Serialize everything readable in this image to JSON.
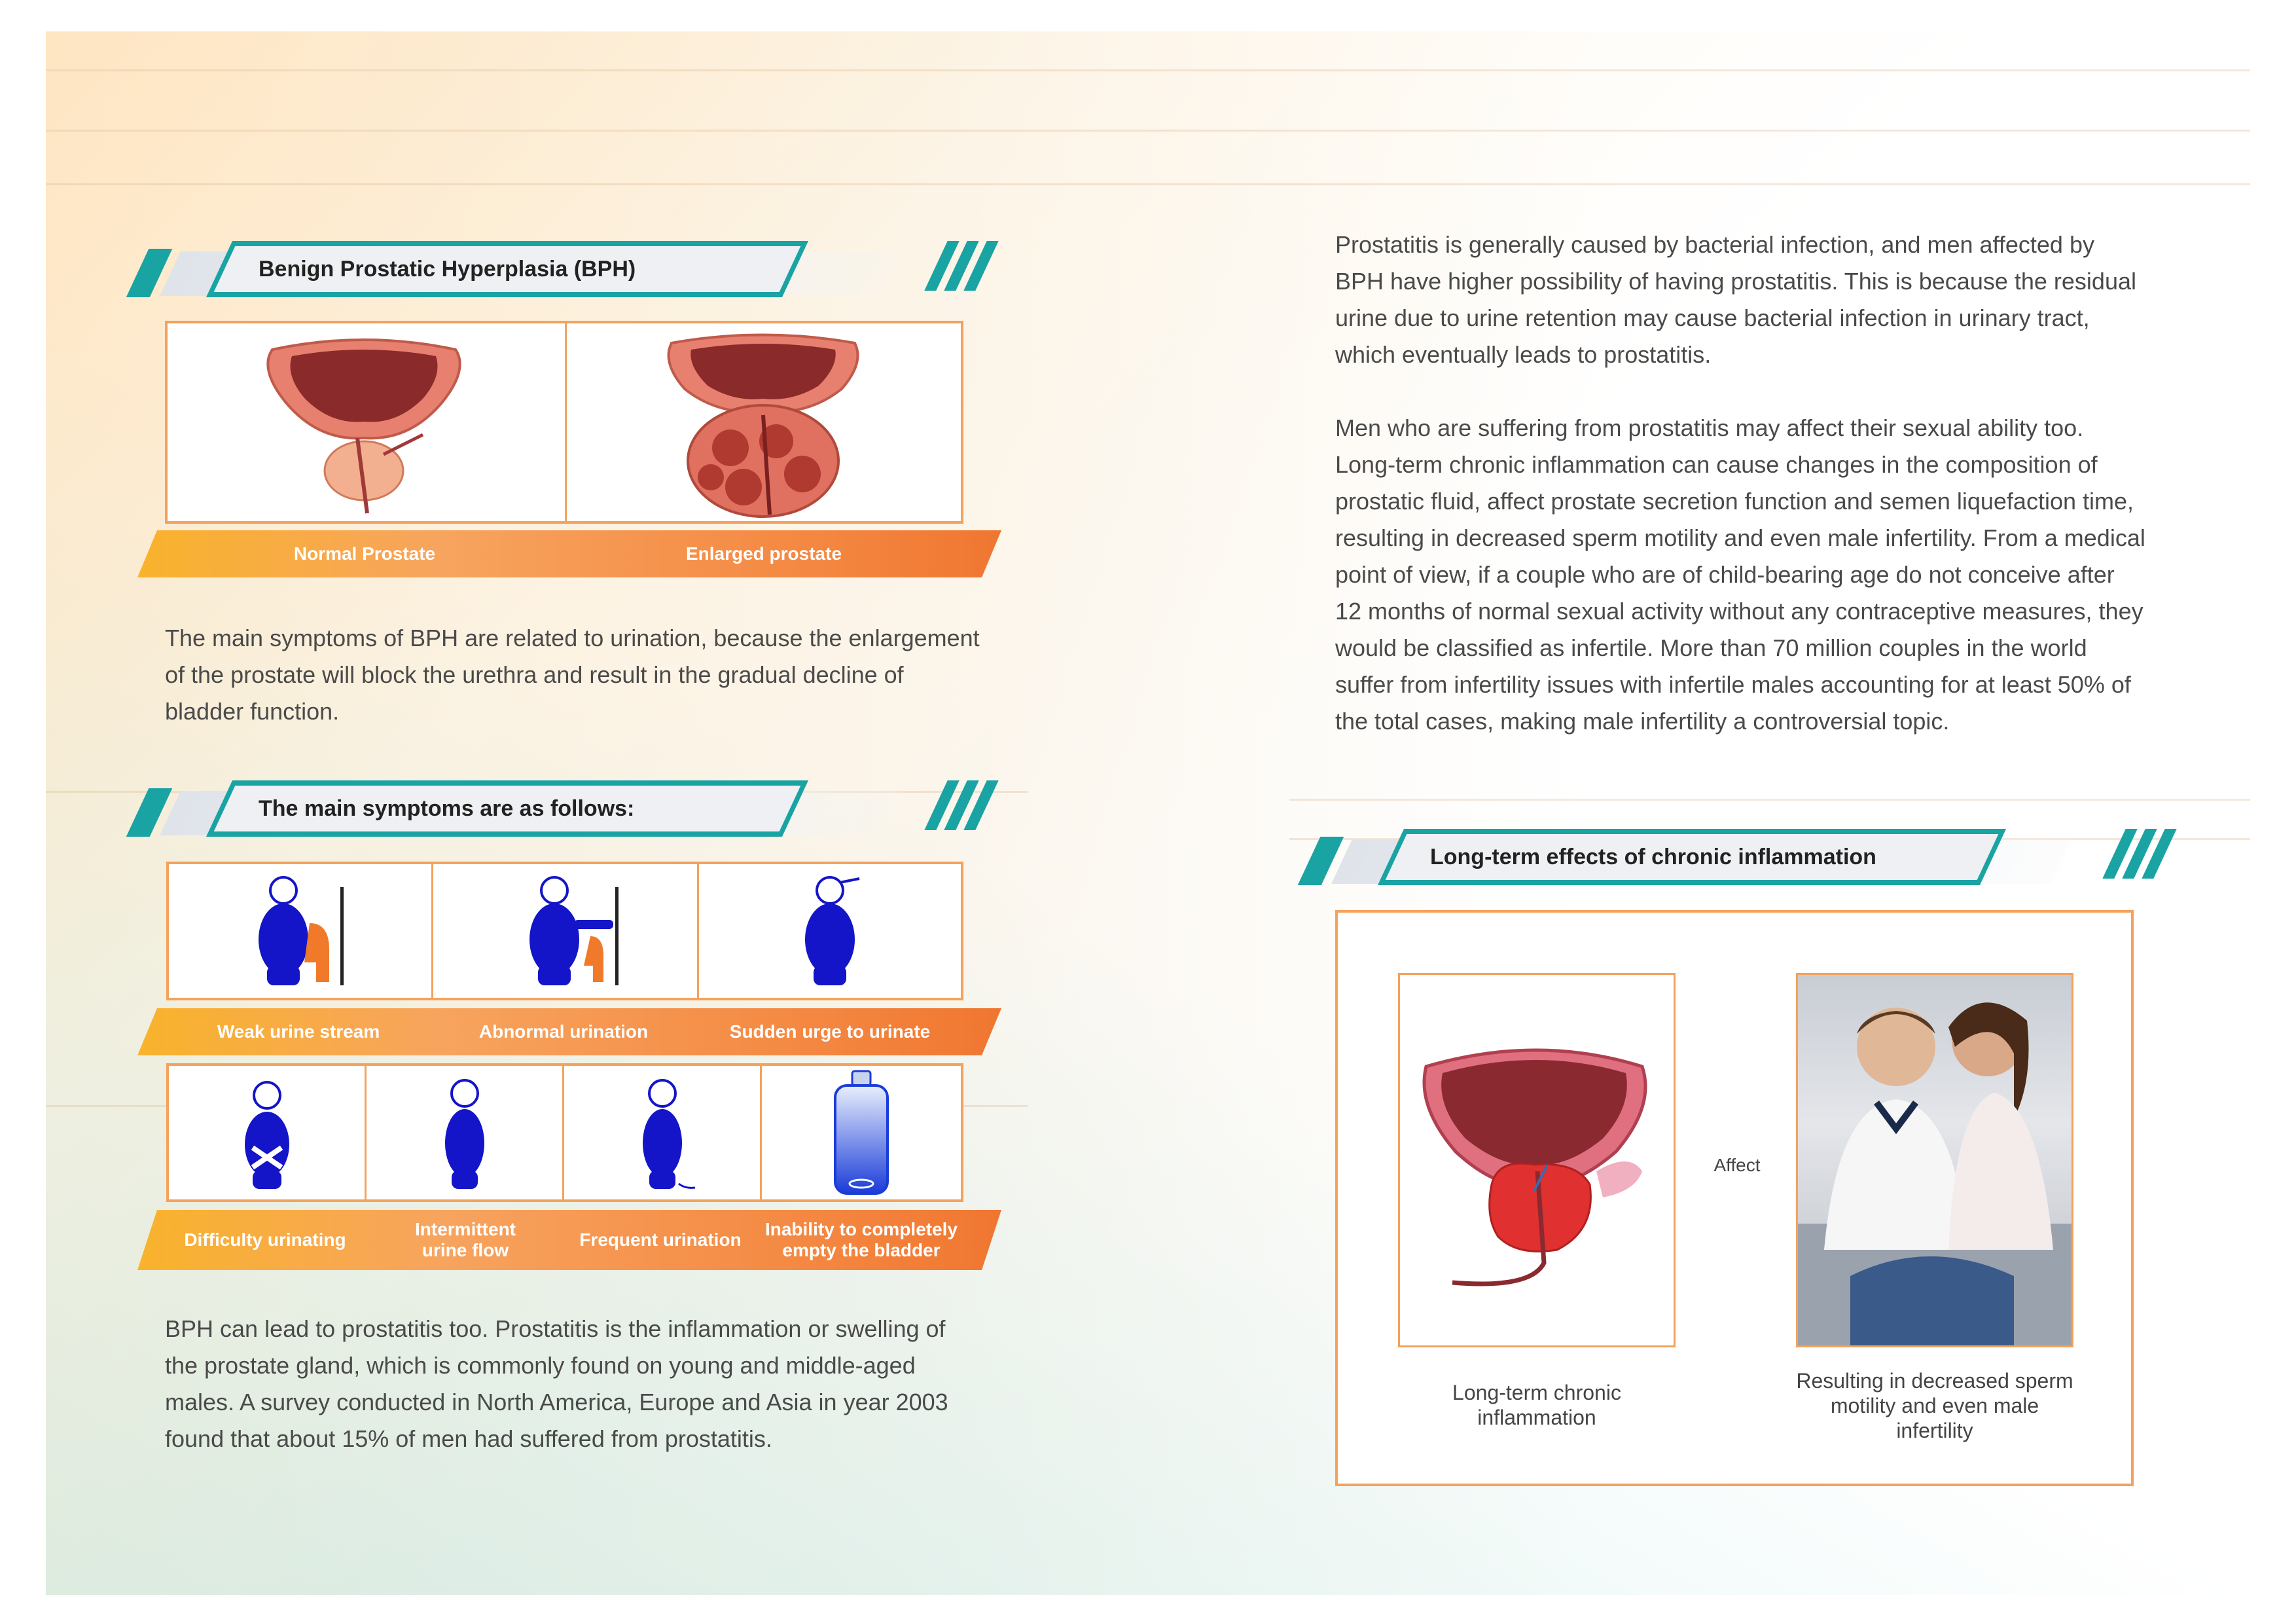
{
  "left": {
    "bph_header": "Benign Prostatic Hyperplasia (BPH)",
    "prostate_labels": [
      "Normal Prostate",
      "Enlarged prostate"
    ],
    "bph_paragraph": "The main symptoms of BPH are related to urination, because the enlargement of the prostate will block the urethra and result in the gradual decline of bladder function.",
    "symptoms_header": "The main symptoms are as follows:",
    "symptoms_row1": [
      "Weak urine stream",
      "Abnormal urination",
      "Sudden urge to urinate"
    ],
    "symptoms_row2": [
      "Difficulty urinating",
      "Intermittent urine flow",
      "Frequent urination",
      "Inability to completely empty the bladder"
    ],
    "prostatitis_paragraph": "BPH can lead to prostatitis too. Prostatitis is the inflammation or swelling of the prostate gland, which is commonly found on young and middle-aged males. A survey conducted in North America, Europe and Asia in year 2003 found that about 15% of men had suffered from prostatitis."
  },
  "right": {
    "paragraph1": "Prostatitis is generally caused by bacterial infection, and men affected by BPH have higher possibility of having prostatitis. This is because the residual urine due to urine retention may cause bacterial infection in urinary tract, which eventually leads to prostatitis.",
    "paragraph2": "Men who are suffering from prostatitis may affect their sexual ability too. Long-term chronic inflammation can cause changes in the composition of prostatic fluid, affect prostate secretion function and semen liquefaction time, resulting in decreased sperm motility and even male infertility. From a medical point of view, if a couple who are of child-bearing age do not conceive after 12 months of normal sexual activity without any contraceptive measures, they would be classified as infertile. More than 70 million couples in the world suffer from infertility issues with infertile males accounting for at least 50% of the total cases, making male infertility a controversial topic.",
    "effects_header": "Long-term effects of chronic inflammation",
    "affect_label": "Affect",
    "caption_left": "Long-term chronic inflammation",
    "caption_right": "Resulting in decreased sperm motility and even male infertility"
  },
  "colors": {
    "teal": "#1aa3a3",
    "orange": "#f48a44",
    "figure_blue": "#1414c8"
  }
}
